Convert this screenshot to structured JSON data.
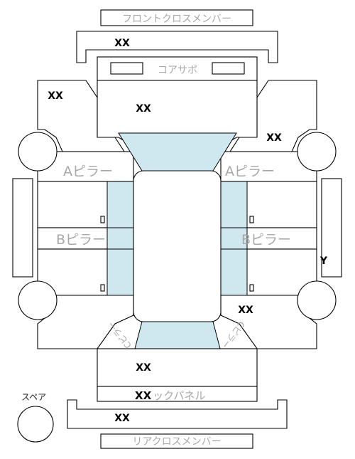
{
  "labels": {
    "front_cross_member": "フロントクロスメンバー",
    "core_support": "コアサポ",
    "a_pillar_left": "Aピラー",
    "a_pillar_right": "Aピラー",
    "b_pillar_left": "Bピラー",
    "b_pillar_right": "Bピラー",
    "c_pillar_left": "Cピラー",
    "c_pillar_right": "Cピラー",
    "back_panel_suffix": "ックパネル",
    "rear_cross_member": "リアクロスメンバー",
    "spare": "スペア"
  },
  "marks": {
    "front_cross_member": "XX",
    "front_left_fender": "XX",
    "hood": "XX",
    "front_right_fender": "XX",
    "right_side": "Y",
    "rear_right_quarter": "XX",
    "trunk": "XX",
    "back_panel": "XX",
    "rear_cross_member": "XX"
  },
  "colors": {
    "glass": "#cfe7ef",
    "outline": "#000000",
    "label_gray": "#a8a8a8"
  }
}
